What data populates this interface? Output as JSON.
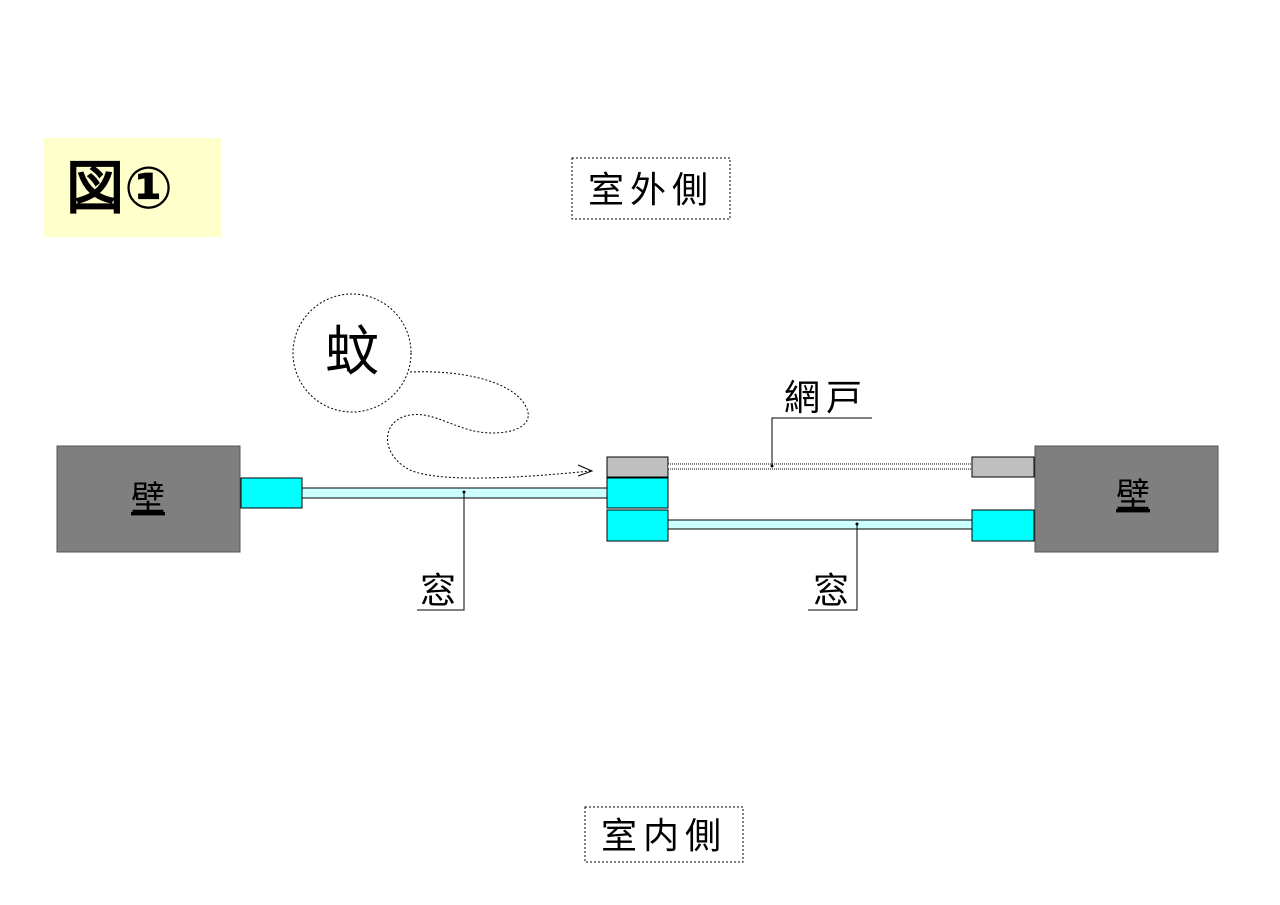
{
  "figure_label": "図①",
  "outdoor_label": "室外側",
  "indoor_label": "室内側",
  "mosquito_label": "蚊",
  "screen_label": "網戸",
  "wall_left_label": "壁",
  "wall_right_label": "壁",
  "window_left_label": "窓",
  "window_right_label": "窓",
  "colors": {
    "wall": "#7f7f7f",
    "frame_cyan": "#00ffff",
    "glass": "#ccffff",
    "screen_frame": "#bfbfbf",
    "label_bg": "#ffffcc"
  }
}
